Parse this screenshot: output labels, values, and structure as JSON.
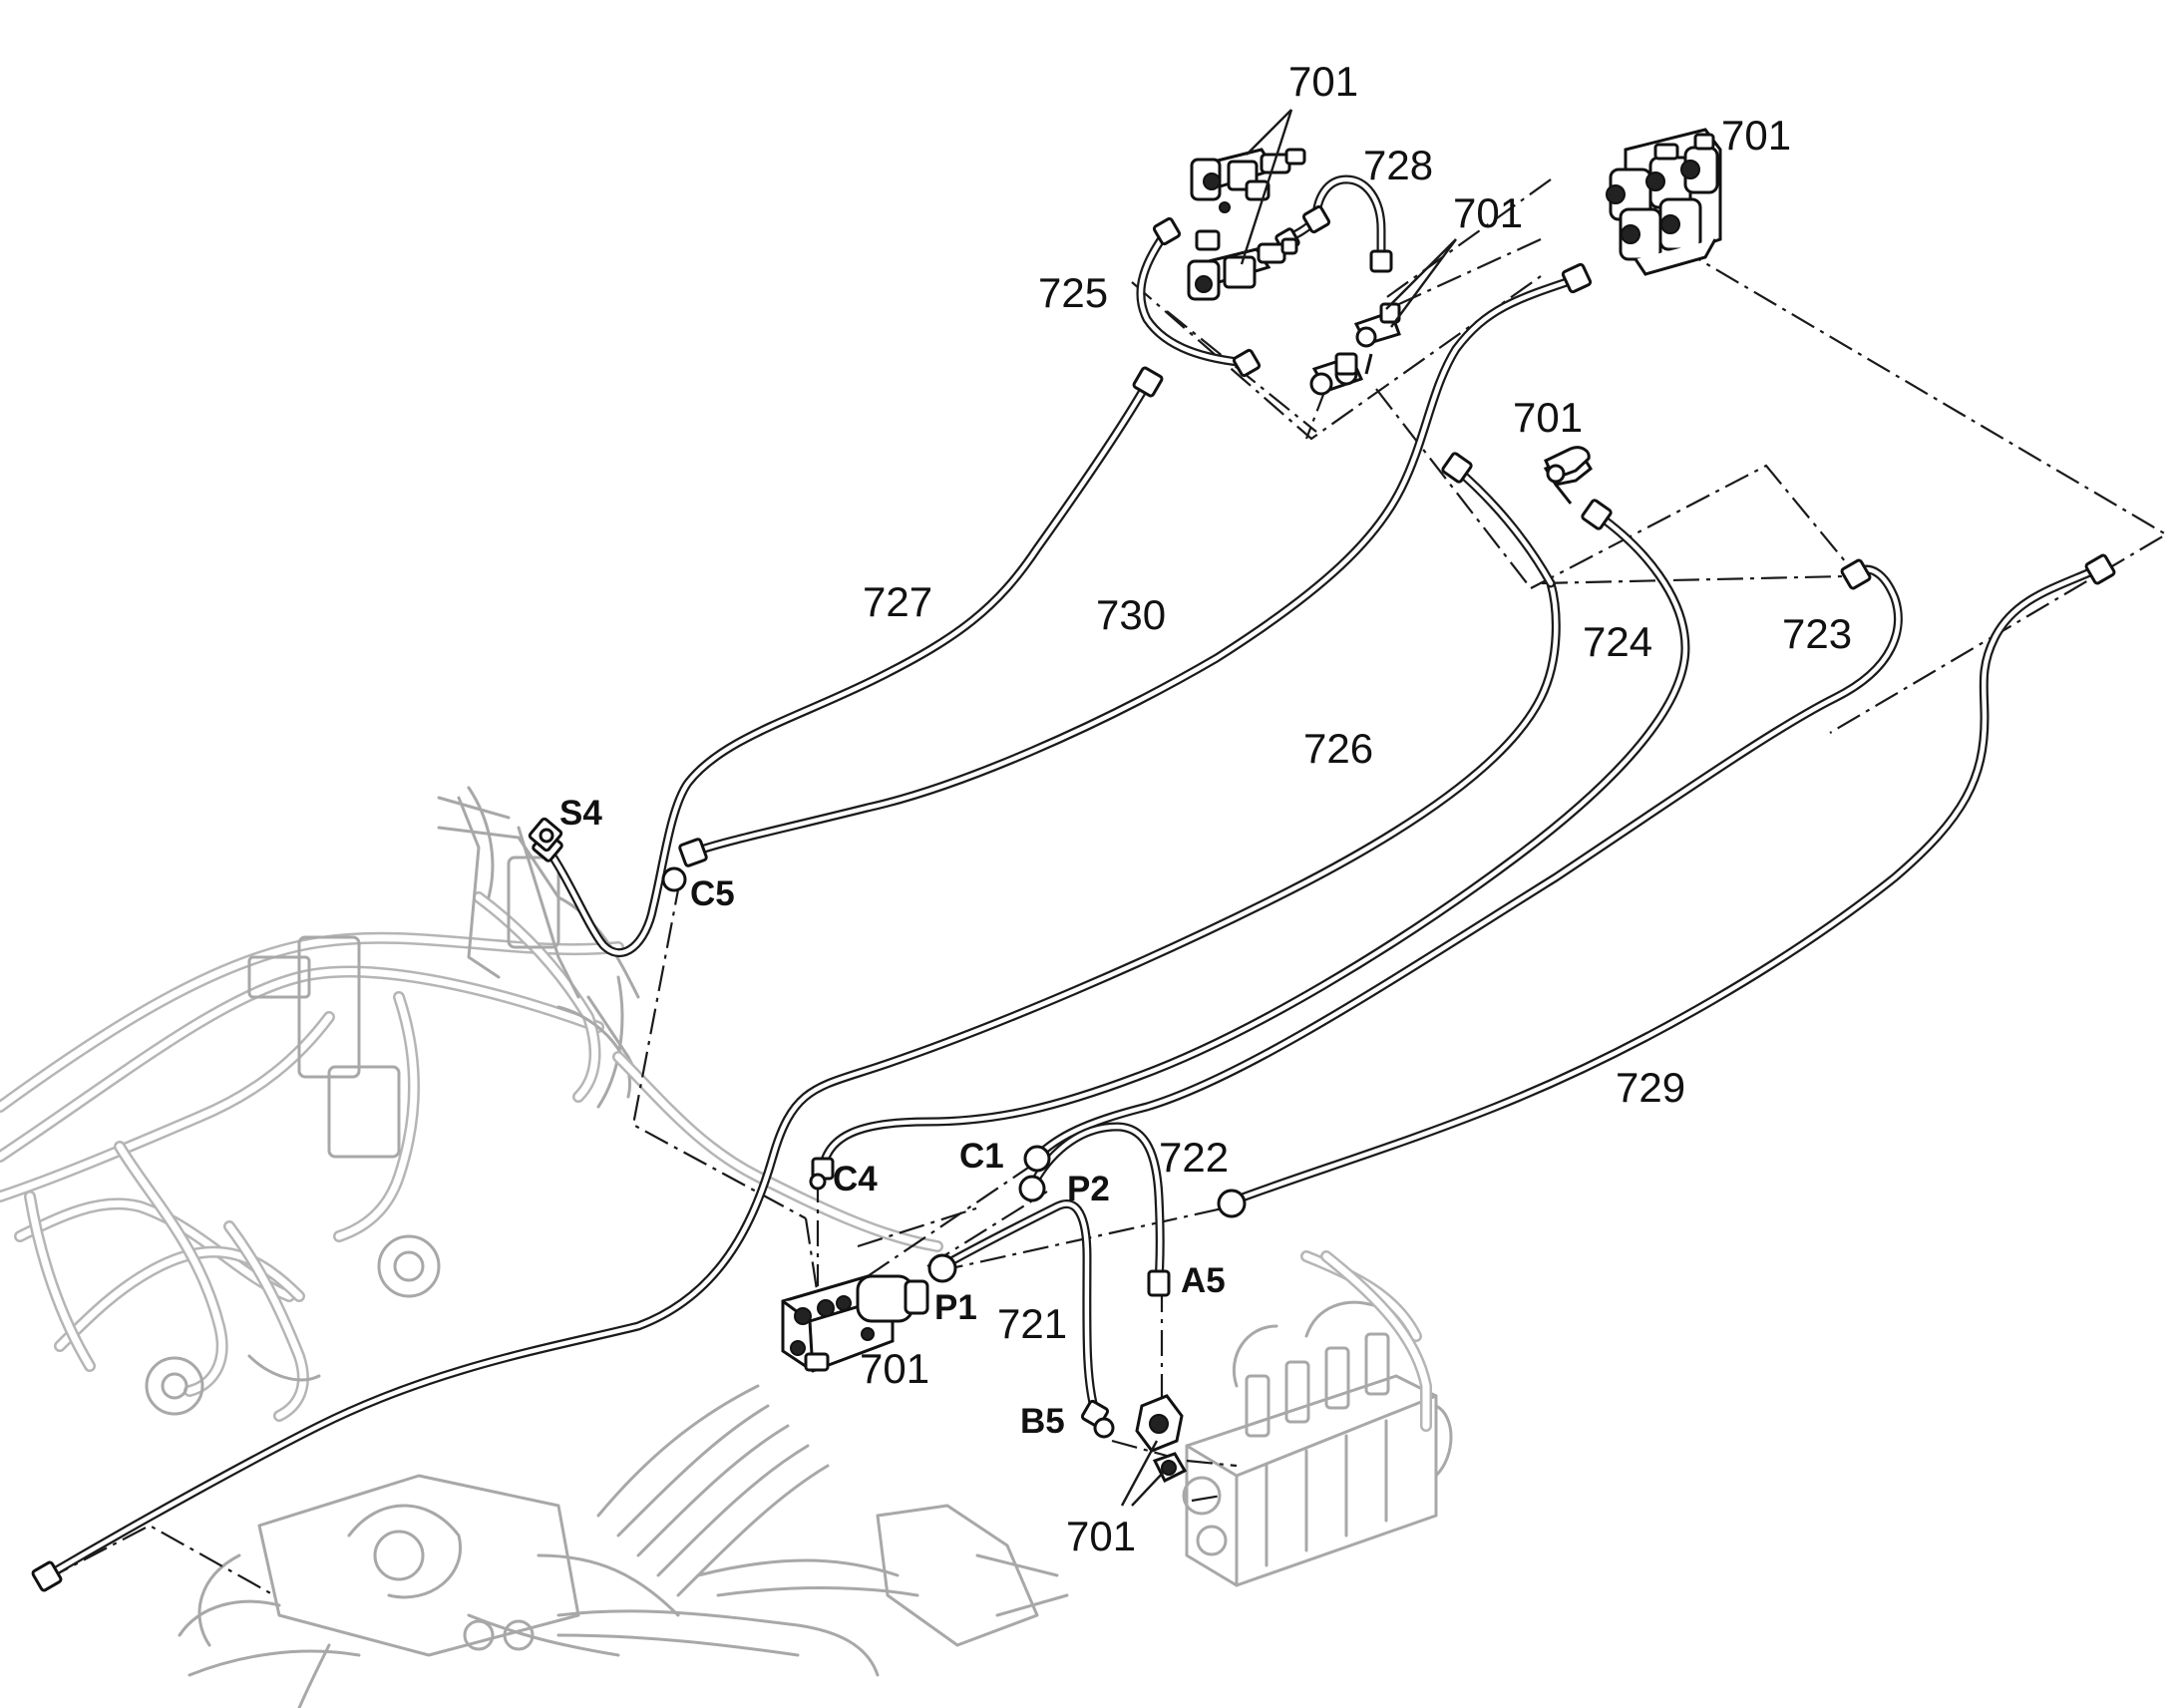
{
  "labels": {
    "l701_top": "701",
    "l701_top_right": "701",
    "l728": "728",
    "l701_mid": "701",
    "l725": "725",
    "l701_right": "701",
    "l727": "727",
    "l730": "730",
    "l724": "724",
    "l723": "723",
    "l726": "726",
    "l729": "729",
    "l722": "722",
    "l721": "721",
    "l701_valve": "701",
    "l701_bottom": "701"
  },
  "ports": {
    "S4": "S4",
    "C5": "C5",
    "C4": "C4",
    "C1": "C1",
    "P2": "P2",
    "P1": "P1",
    "A5": "A5",
    "B5": "B5"
  }
}
